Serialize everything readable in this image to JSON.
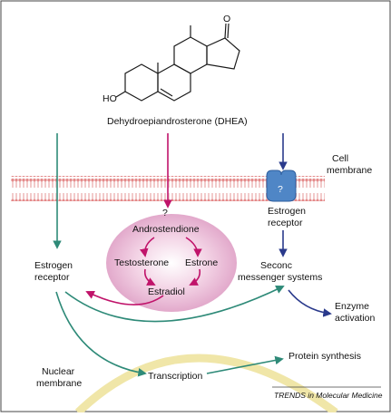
{
  "molecule": {
    "hydroxyl": "HO",
    "ketone": "O",
    "name": "Dehydroepiandrosterone (DHEA)"
  },
  "membrane": {
    "label_line1": "Cell",
    "label_line2": "membrane",
    "receptor_symbol": "?"
  },
  "left_receptor": {
    "line1": "Estrogen",
    "line2": "receptor"
  },
  "membrane_receptor": {
    "line1": "Estrogen",
    "line2": "receptor"
  },
  "unknown_mark": "?",
  "conversion": {
    "androstenedione": "Androstendione",
    "testosterone": "Testosterone",
    "estrone": "Estrone",
    "estradiol": "Estradiol"
  },
  "second_messenger": {
    "line1": "Seconc",
    "line2": "messenger systems"
  },
  "enzyme": {
    "line1": "Enzyme",
    "line2": "activation"
  },
  "nuclear": {
    "line1": "Nuclear",
    "line2": "membrane"
  },
  "transcription": "Transcription",
  "protein_synthesis": "Protein synthesis",
  "credit": "TRENDS in Molecular Medicine",
  "colors": {
    "teal": "#2e8a78",
    "magenta": "#c0136a",
    "navy": "#2a3a8c",
    "membrane": "#e89a9a",
    "receptor": "#4f86c6",
    "nuclear": "#f0e6a8",
    "glow": "#e7b5d3"
  }
}
